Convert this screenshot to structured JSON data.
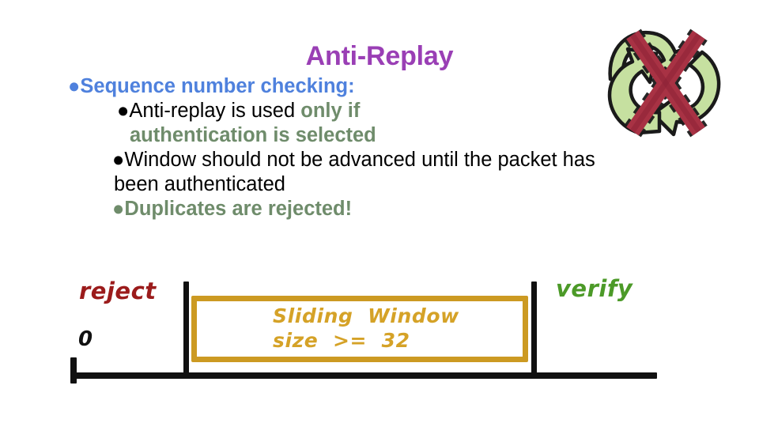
{
  "slide": {
    "title": "Anti-Replay",
    "title_color": "#9a3fb5",
    "background": "#ffffff"
  },
  "bullets": {
    "marker": "●",
    "level1": {
      "text": "Sequence number checking:",
      "color": "#4f81dd"
    },
    "level2": {
      "text_black": "Anti-replay is used ",
      "text_green": "only if",
      "continuation_green": "authentication is selected",
      "black_color": "#000000",
      "green_color": "#6f8c6b"
    },
    "level3": {
      "text": "Window should not be advanced until the packet has",
      "continuation": "been authenticated",
      "color": "#000000"
    },
    "level4": {
      "text": "Duplicates are rejected!",
      "color": "#6f8c6b"
    }
  },
  "clipart": {
    "name": "no-replay-recycle-arrows-with-red-x",
    "arrows_color": "#c6e0a0",
    "arrows_outline": "#1a1a1a",
    "x_color": "#a83244"
  },
  "diagram": {
    "reject_label": "reject",
    "reject_color": "#9b1b1b",
    "zero_label": "0",
    "zero_color": "#111111",
    "verify_label": "verify",
    "verify_color": "#4c9a28",
    "window_line1": "Sliding  Window",
    "window_line2": "size  >=  32",
    "window_text_color": "#d5a227",
    "window_border_color": "#cc9a22",
    "axis_color": "#111111"
  }
}
